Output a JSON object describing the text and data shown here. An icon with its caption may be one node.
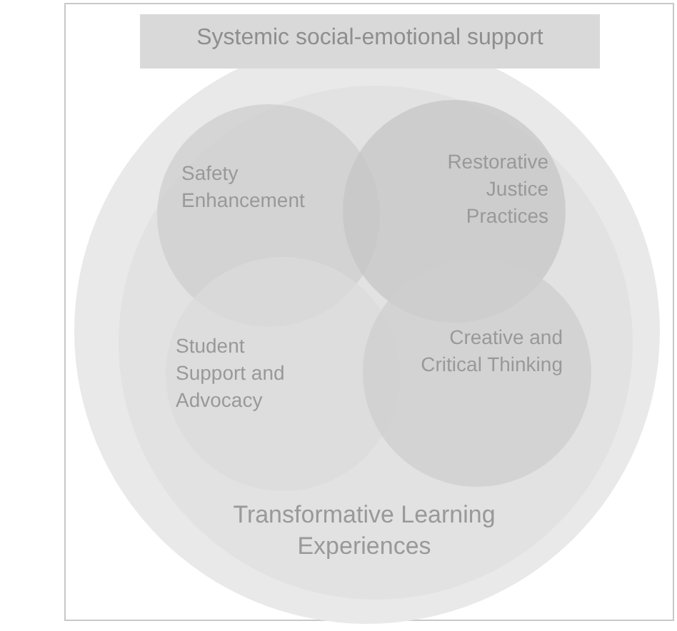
{
  "diagram": {
    "nodes": [
      {
        "text": [
          "Systemic social-emotional support"
        ]
      },
      {
        "text": [
          "Transformative Learning Experiences"
        ],
        "in": 0
      },
      {
        "text": [
          "Safety Enhancement"
        ],
        "in": 1
      },
      {
        "text": [
          "Restorative Justice Practices"
        ],
        "in": 1
      },
      {
        "text": [
          "Student Support and Advocacy"
        ],
        "in": 1
      },
      {
        "text": [
          "Creative and Critical Thinking"
        ],
        "in": 1
      }
    ]
  }
}
